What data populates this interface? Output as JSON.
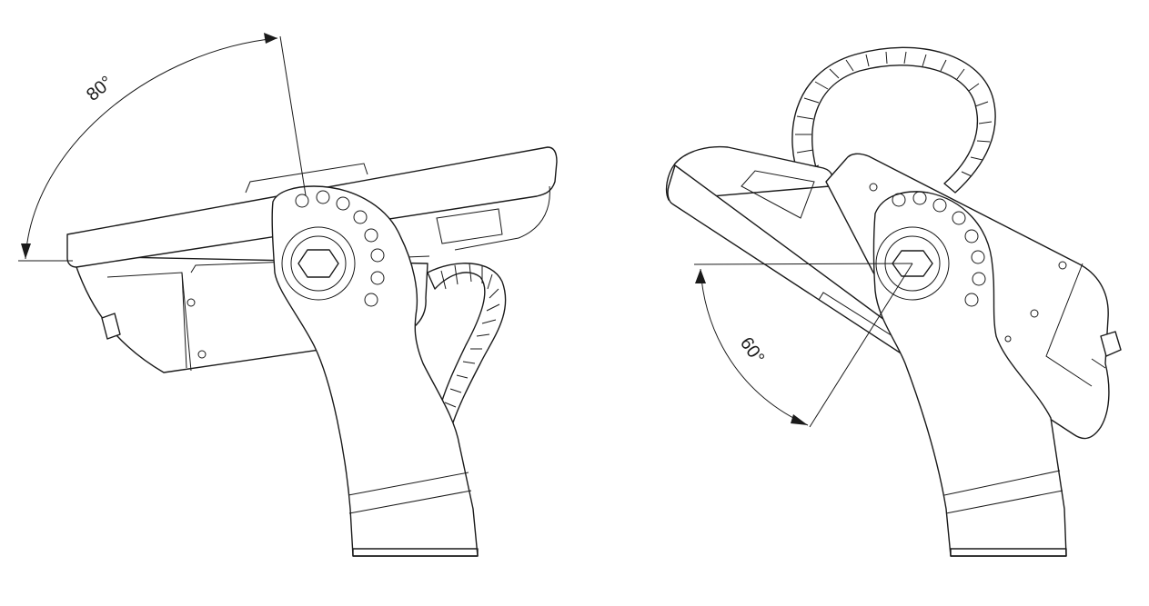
{
  "figures": [
    {
      "name": "tilt-back",
      "angle_label": "80°"
    },
    {
      "name": "tilt-forward",
      "angle_label": "60°"
    }
  ],
  "colors": {
    "line": "#1a1a1a",
    "background": "#ffffff"
  }
}
